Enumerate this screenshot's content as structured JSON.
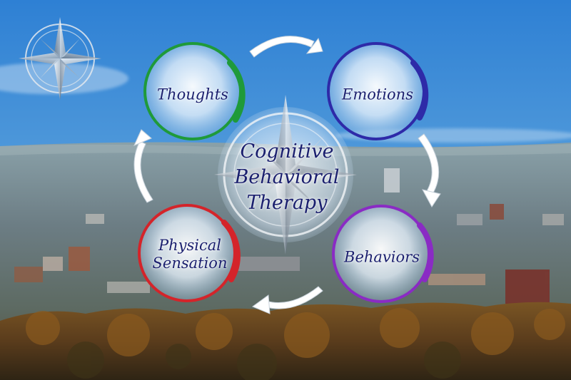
{
  "diagram": {
    "center": {
      "lines": [
        "Cognitive",
        "Behavioral",
        "Therapy"
      ]
    },
    "nodes": [
      {
        "id": "thoughts",
        "lines": [
          "Thoughts"
        ],
        "color": "#1f9a3a"
      },
      {
        "id": "emotions",
        "lines": [
          "Emotions"
        ],
        "color": "#2e2aa8"
      },
      {
        "id": "behaviors",
        "lines": [
          "Behaviors"
        ],
        "color": "#8a2bc4"
      },
      {
        "id": "physical-sensation",
        "lines": [
          "Physical",
          "Sensation"
        ],
        "color": "#d4242a"
      }
    ],
    "cycle": [
      "thoughts",
      "emotions",
      "behaviors",
      "physical-sensation",
      "thoughts"
    ],
    "colors": {
      "label": "#1a1f6e",
      "sky_top": "#2f7fd0",
      "sky_horizon": "#b9d7ea",
      "city": "#6f7e86",
      "forest": "#6e4a22",
      "arrow": "#ffffff"
    },
    "icons": [
      "compass-rose-icon",
      "center-compass-rose-icon"
    ]
  }
}
